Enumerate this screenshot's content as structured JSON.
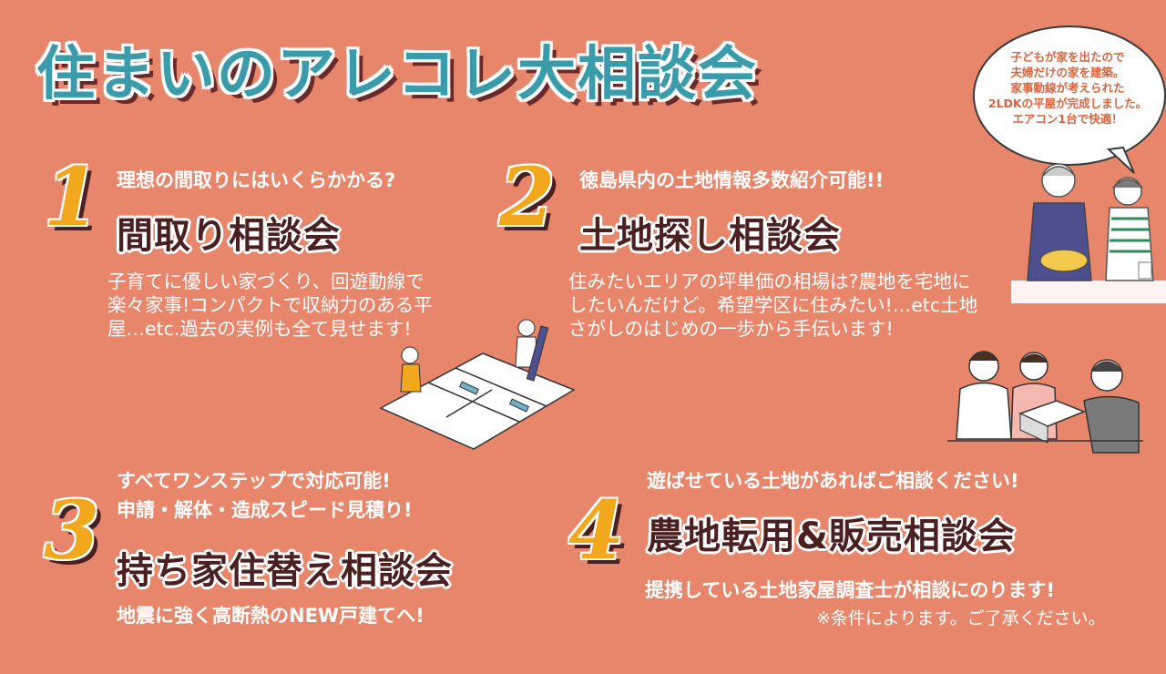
{
  "title": "住まいのアレコレ大相談会",
  "bubble": {
    "lines": [
      "子どもが家を出たので",
      "夫婦だけの家を建築。",
      "家事動線が考えられた",
      "2LDKの平屋が完成しました。",
      "エアコン1台で快適！"
    ]
  },
  "sections": [
    {
      "number": "1",
      "lead": "理想の間取りにはいくらかかる?",
      "heading": "間取り相談会",
      "body": "子育てに優しい家づくり、回遊動線で楽々家事!コンパクトで収納力のある平屋…etc.過去の実例も全て見せます!"
    },
    {
      "number": "2",
      "lead": "徳島県内の土地情報多数紹介可能!!",
      "heading": "土地探し相談会",
      "body": "住みたいエリアの坪単価の相場は?農地を宅地にしたいんだけど。希望学区に住みたい!…etc土地さがしのはじめの一歩から手伝います!"
    },
    {
      "number": "3",
      "lead1": "すべてワンステップで対応可能!",
      "lead2": "申請・解体・造成スピード見積り!",
      "heading": "持ち家住替え相談会",
      "sub": "地震に強く高断熱のNEW戸建てへ!"
    },
    {
      "number": "4",
      "lead": "遊ばせている土地があればご相談ください!",
      "heading": "農地転用&販売相談会",
      "sub": "提携している土地家屋調査士が相談にのります!",
      "note": "※条件によります。ご了承ください。"
    }
  ],
  "colors": {
    "background": "#e8866c",
    "title": "#3a9cab",
    "heading": "#4a2020",
    "number": "#f2a81d"
  }
}
